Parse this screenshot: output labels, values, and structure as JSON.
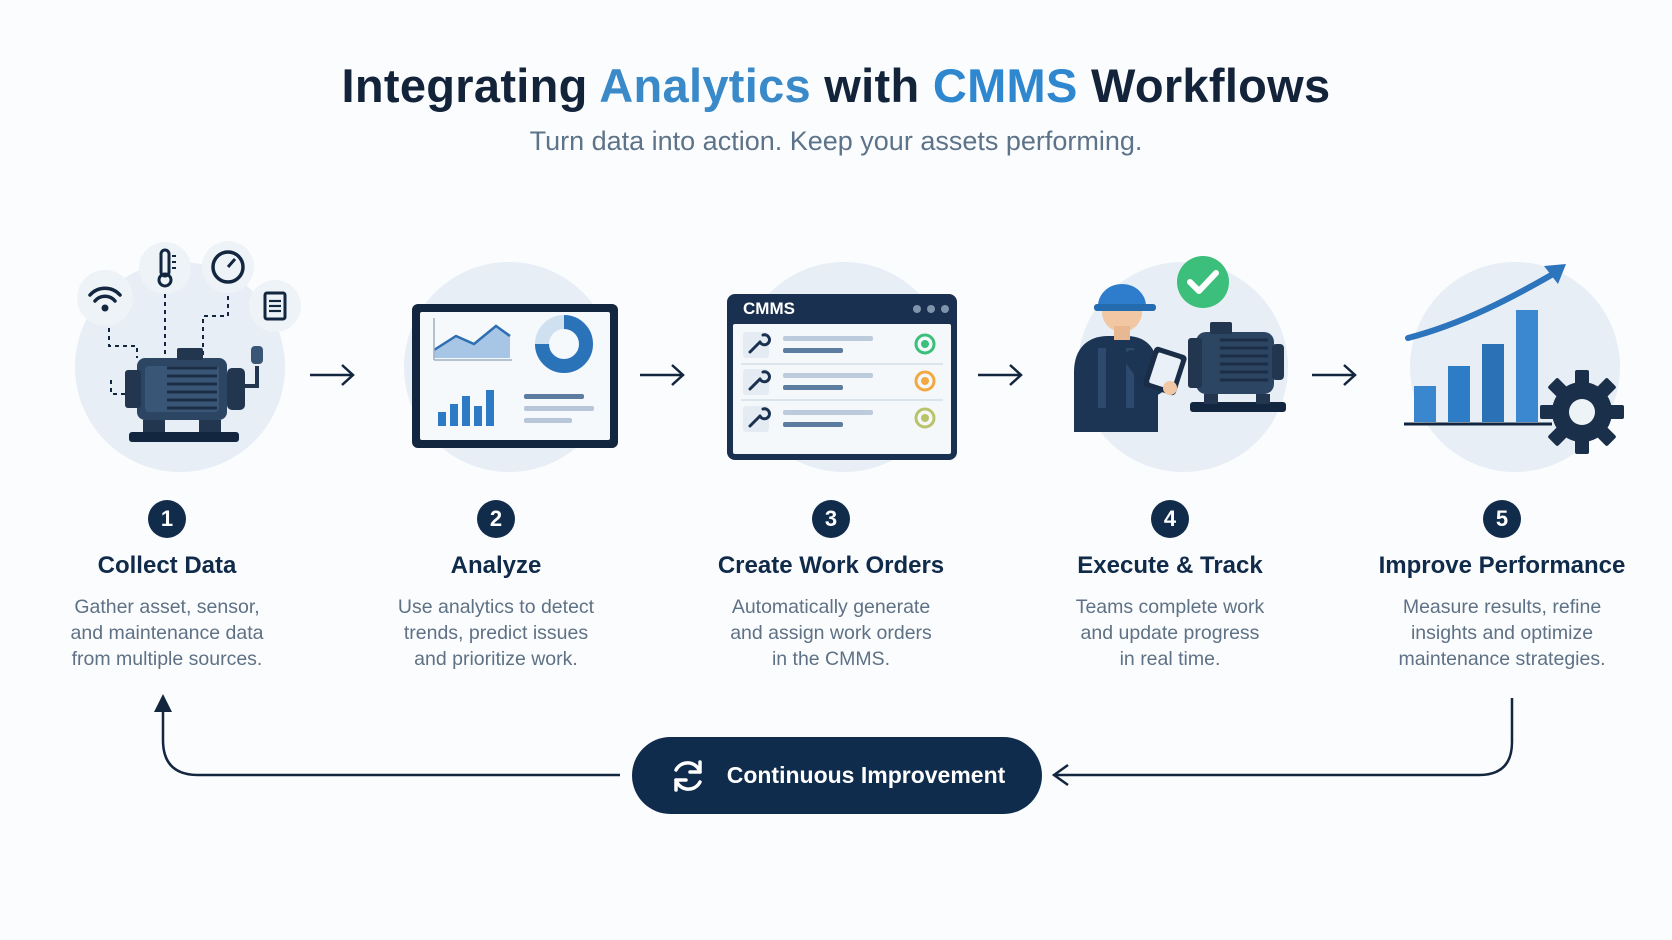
{
  "header": {
    "title_part1": "Integrating ",
    "title_part2": "Analytics",
    "title_part3": " with ",
    "title_part4": "CMMS",
    "title_part5": " Workflows",
    "subtitle": "Turn data into action. Keep your assets performing."
  },
  "steps": [
    {
      "number": "1",
      "title": "Collect Data",
      "desc_lines": [
        "Gather asset, sensor,",
        "and maintenance data",
        "from multiple sources."
      ],
      "icon": "motor-with-sensors-icon"
    },
    {
      "number": "2",
      "title": "Analyze",
      "desc_lines": [
        "Use analytics to detect",
        "trends, predict issues",
        "and prioritize work."
      ],
      "icon": "analytics-dashboard-icon"
    },
    {
      "number": "3",
      "title": "Create Work Orders",
      "desc_lines": [
        "Automatically generate",
        "and assign work orders",
        "in the CMMS."
      ],
      "icon": "cmms-window-icon",
      "window_label": "CMMS"
    },
    {
      "number": "4",
      "title": "Execute & Track",
      "desc_lines": [
        "Teams complete work",
        "and update progress",
        "in real time."
      ],
      "icon": "technician-with-tablet-icon"
    },
    {
      "number": "5",
      "title": "Improve Performance",
      "desc_lines": [
        "Measure results, refine",
        "insights and optimize",
        "maintenance strategies."
      ],
      "icon": "growth-chart-gear-icon"
    }
  ],
  "loop": {
    "label": "Continuous Improvement",
    "icon": "refresh-icon"
  },
  "colors": {
    "navy": "#102c4c",
    "accent_blue": "#3a8ac9",
    "bright_blue": "#2f87d0",
    "blob": "#e7eef6",
    "text_muted": "#5e7185",
    "green": "#3bbf7a",
    "orange": "#f2a843",
    "olive": "#b9c46a"
  }
}
